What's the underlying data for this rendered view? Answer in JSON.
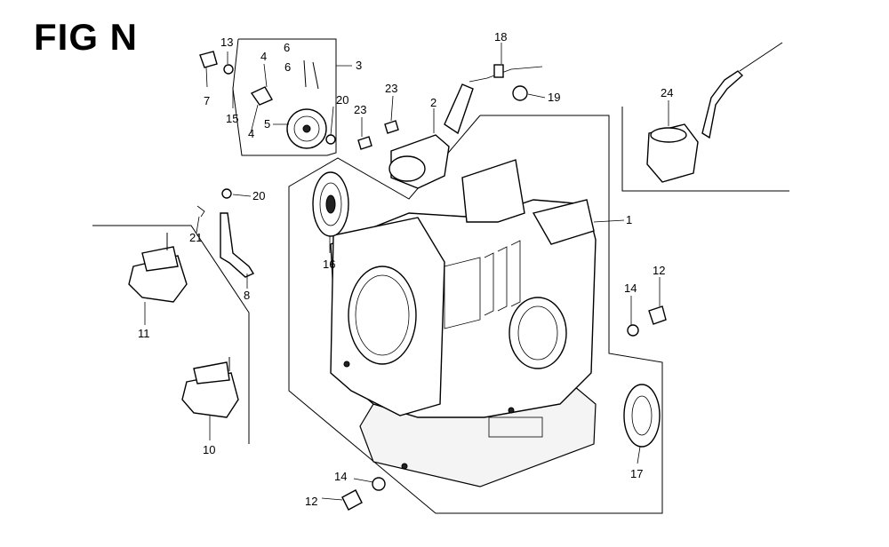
{
  "figure": {
    "title": "FIG N"
  },
  "callouts": [
    {
      "id": "c1",
      "label": "1"
    },
    {
      "id": "c2",
      "label": "2"
    },
    {
      "id": "c3",
      "label": "3"
    },
    {
      "id": "c4a",
      "label": "4"
    },
    {
      "id": "c4b",
      "label": "4"
    },
    {
      "id": "c5",
      "label": "5"
    },
    {
      "id": "c6a",
      "label": "6"
    },
    {
      "id": "c6b",
      "label": "6"
    },
    {
      "id": "c7",
      "label": "7"
    },
    {
      "id": "c8",
      "label": "8"
    },
    {
      "id": "c10",
      "label": "10"
    },
    {
      "id": "c11",
      "label": "11"
    },
    {
      "id": "c12a",
      "label": "12"
    },
    {
      "id": "c12b",
      "label": "12"
    },
    {
      "id": "c13",
      "label": "13"
    },
    {
      "id": "c14a",
      "label": "14"
    },
    {
      "id": "c14b",
      "label": "14"
    },
    {
      "id": "c15",
      "label": "15"
    },
    {
      "id": "c16",
      "label": "16"
    },
    {
      "id": "c17",
      "label": "17"
    },
    {
      "id": "c18",
      "label": "18"
    },
    {
      "id": "c19",
      "label": "19"
    },
    {
      "id": "c20a",
      "label": "20"
    },
    {
      "id": "c20b",
      "label": "20"
    },
    {
      "id": "c21",
      "label": "21"
    },
    {
      "id": "c23a",
      "label": "23"
    },
    {
      "id": "c23b",
      "label": "23"
    },
    {
      "id": "c24",
      "label": "24"
    }
  ]
}
